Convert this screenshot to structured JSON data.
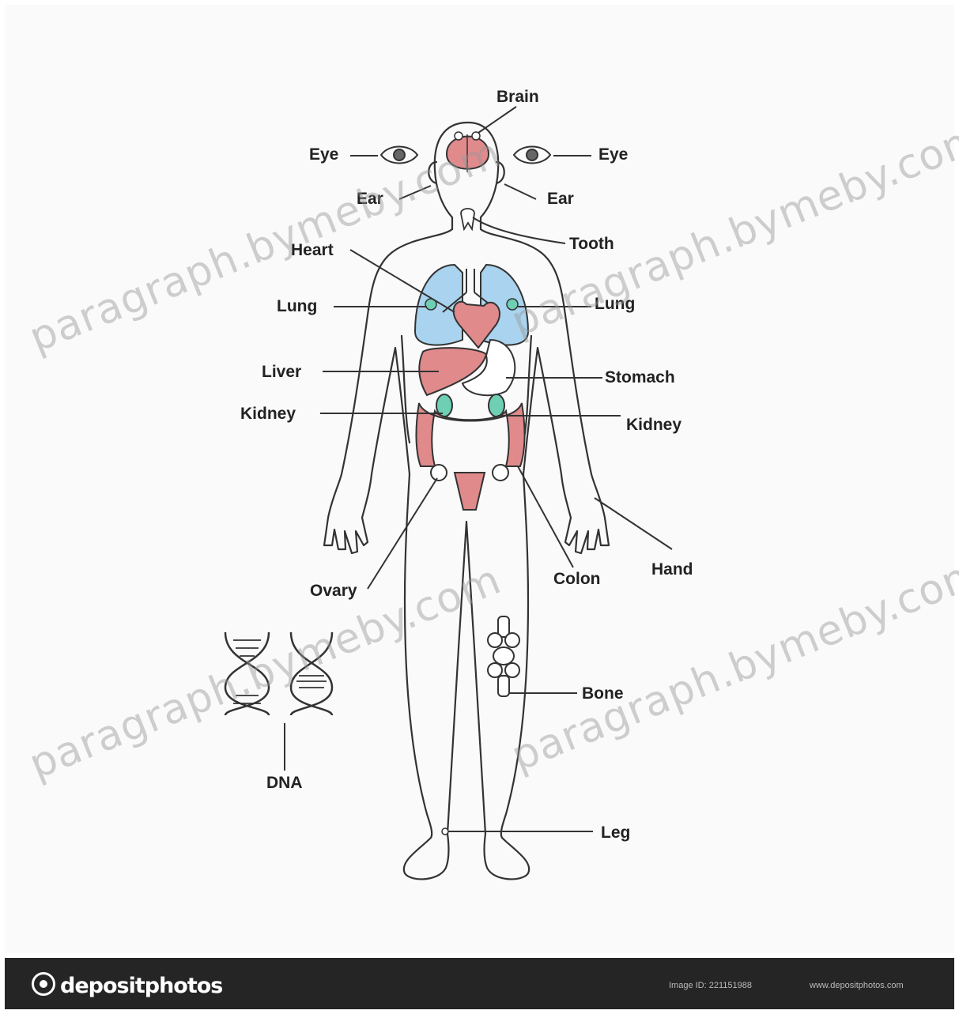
{
  "labels": {
    "brain": "Brain",
    "eye_left": "Eye",
    "eye_right": "Eye",
    "ear_left": "Ear",
    "ear_right": "Ear",
    "tooth": "Tooth",
    "heart": "Heart",
    "lung_left": "Lung",
    "lung_right": "Lung",
    "liver": "Liver",
    "stomach": "Stomach",
    "kidney_left": "Kidney",
    "kidney_right": "Kidney",
    "hand": "Hand",
    "ovary": "Ovary",
    "colon": "Colon",
    "bone": "Bone",
    "dna": "DNA",
    "leg": "Leg"
  },
  "watermark": {
    "text": "paragraph.bymeby.com"
  },
  "footer": {
    "logo": "depositphotos",
    "image_id": "Image ID: 221151988",
    "site": "www.depositphotos.com"
  },
  "colors": {
    "organ_red": "#e08a8c",
    "lung_blue": "#a9d3ee",
    "teal": "#6fcfb4",
    "outline": "#333333",
    "footer_bg": "#252525"
  }
}
